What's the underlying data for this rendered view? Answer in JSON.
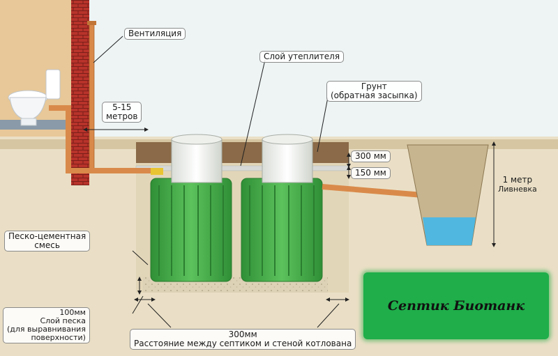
{
  "labels": {
    "ventilation": "Вентиляция",
    "insulation_layer": "Слой утеплителя",
    "soil_line1": "Грунт",
    "soil_line2": "(обратная засыпка)",
    "distance_line1": "5-15",
    "distance_line2": "метров",
    "depth_300": "300 мм",
    "depth_150": "150 мм",
    "storm_drain_line1": "1 метр",
    "storm_drain_line2": "Ливневка",
    "sand_cement_line1": "Песко-цементная",
    "sand_cement_line2": "смесь",
    "sand_layer_line1": "100мм",
    "sand_layer_line2": "Слой песка",
    "sand_layer_line3": "(для выравнивания",
    "sand_layer_line4": "поверхности)",
    "gap_line1": "300мм",
    "gap_line2": "Расстояние между септиком и стеной котлована"
  },
  "brand": {
    "text": "Септик Биотанк"
  },
  "colors": {
    "tank_green": "#3fa845",
    "pipe_orange": "#d98a4a",
    "brick_red": "#b8332b",
    "water_blue": "#4fb7e0",
    "brand_green": "#1fae4a"
  }
}
